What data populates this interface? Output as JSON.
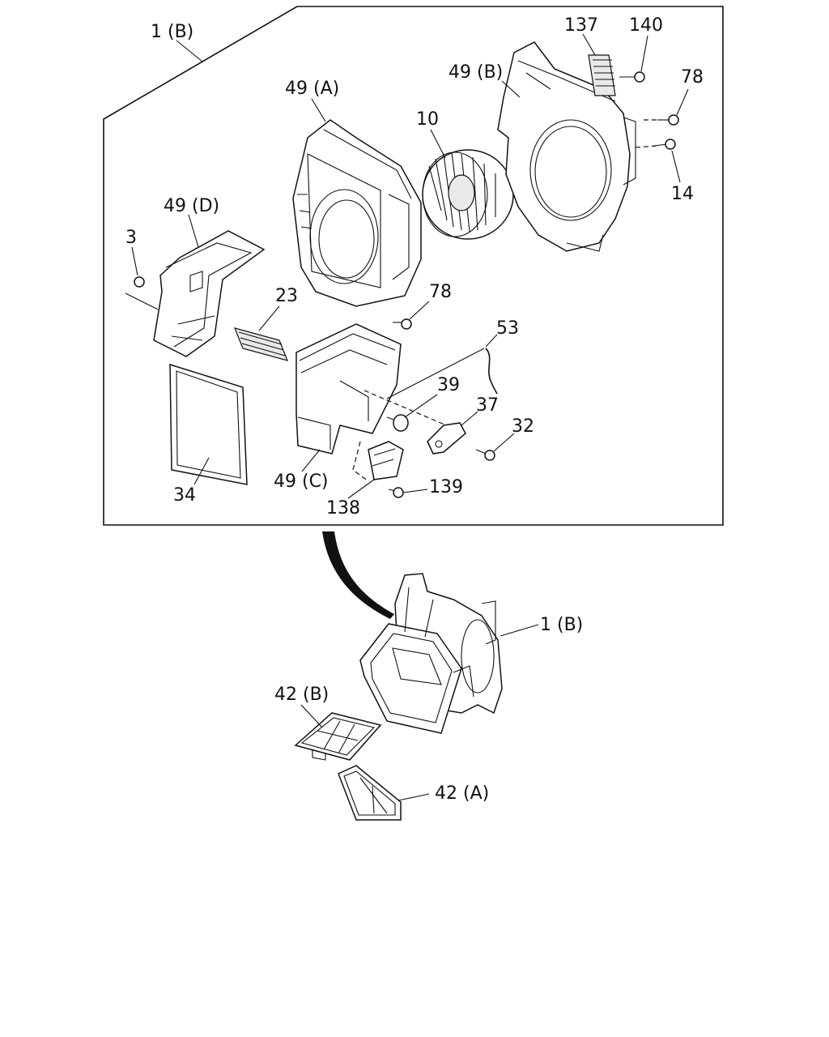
{
  "labels": {
    "assembly_top": "1 (B)",
    "case_a": "49 (A)",
    "case_b": "49 (B)",
    "case_c": "49 (C)",
    "case_d": "49 (D)",
    "fan": "10",
    "resistor": "137",
    "screw_140": "140",
    "screw_78_right": "78",
    "screw_14": "14",
    "nut_3": "3",
    "part_23": "23",
    "screw_78_mid": "78",
    "wire_53": "53",
    "motor_39": "39",
    "bracket_37": "37",
    "screw_32": "32",
    "gasket_34": "34",
    "actuator_138": "138",
    "screw_139": "139",
    "assembly_bottom": "1 (B)",
    "filter_b": "42 (B)",
    "filter_a": "42 (A)"
  },
  "colors": {
    "line": "#111111",
    "background": "#ffffff"
  }
}
